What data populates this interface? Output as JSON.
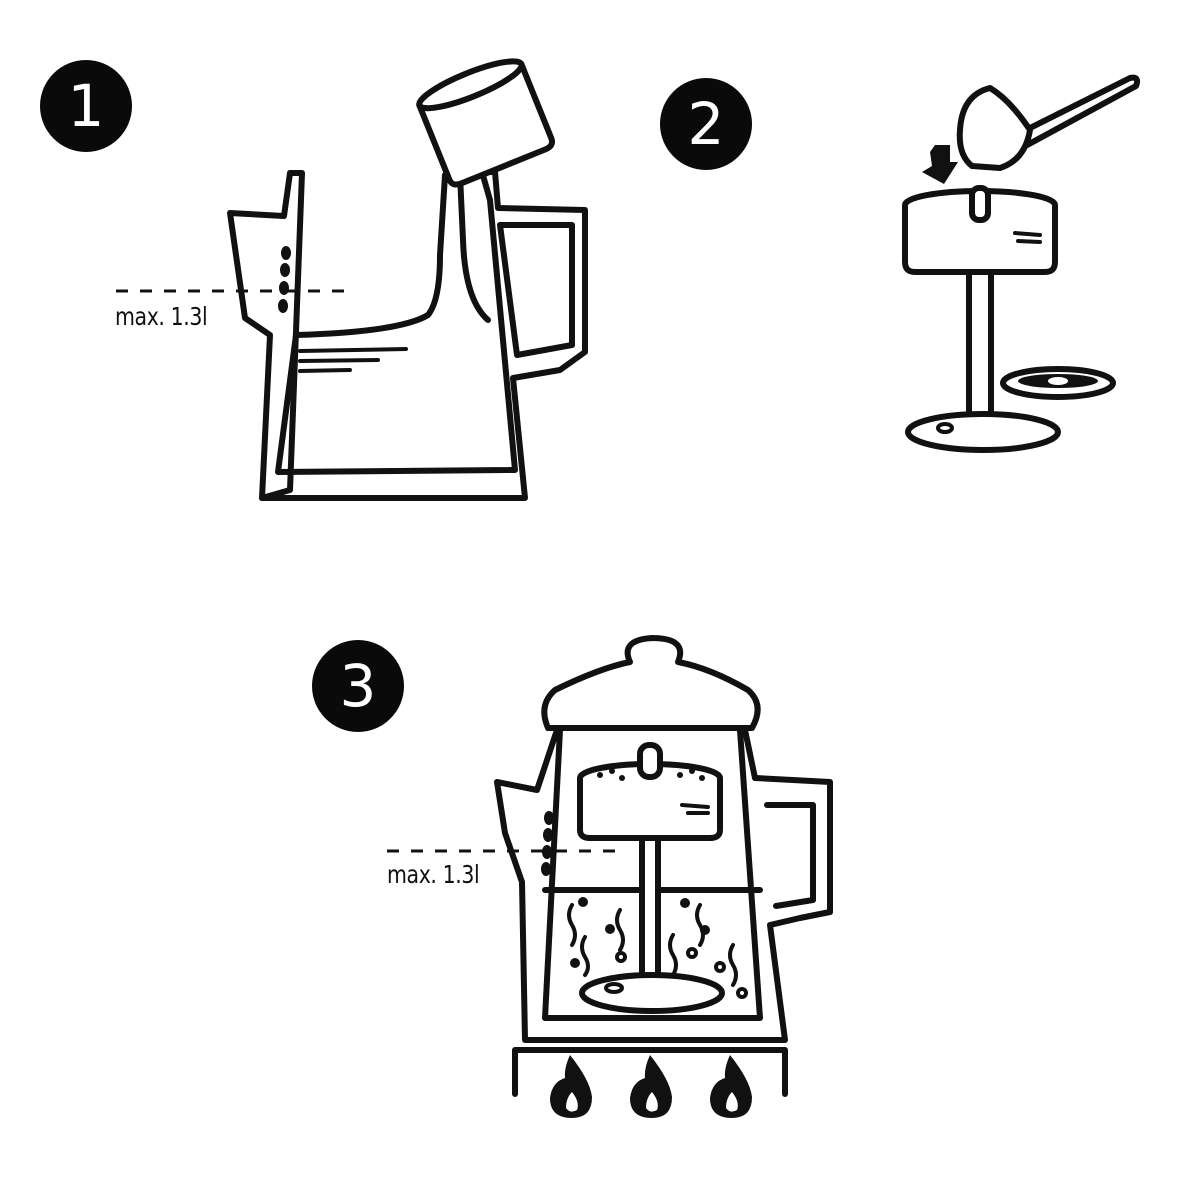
{
  "diagram": {
    "type": "instructional-steps",
    "subject": "Stovetop tea/coffee press usage",
    "steps": [
      {
        "number": "1",
        "description": "Pour water into the pot up to the max fill line",
        "max_label": "max. 1.3l",
        "elements": [
          "pot",
          "pouring-cup",
          "water",
          "max-fill-line",
          "graduation-dots"
        ]
      },
      {
        "number": "2",
        "description": "Add grounds with a scoop into the plunger filter basket",
        "elements": [
          "scoop",
          "down-arrow",
          "filter-basket",
          "plunger-rod",
          "base-disc",
          "filter-plate"
        ]
      },
      {
        "number": "3",
        "description": "Assemble and heat on stove",
        "max_label": "max. 1.3l",
        "elements": [
          "pot-with-lid",
          "filter-basket-with-grounds",
          "plunger",
          "boiling-water",
          "stove",
          "flames"
        ],
        "flame_count": 3
      }
    ]
  },
  "colors": {
    "ink": "#111111",
    "badge": "#0a0a0a",
    "background": "#ffffff"
  }
}
